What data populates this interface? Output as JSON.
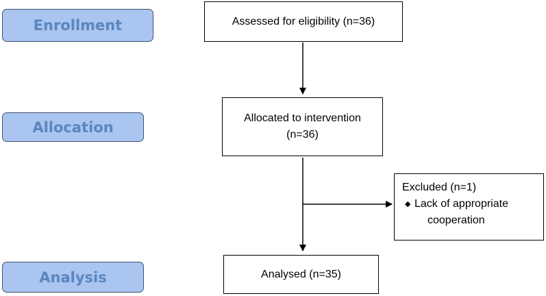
{
  "stages": {
    "enrollment": "Enrollment",
    "allocation": "Allocation",
    "analysis": "Analysis"
  },
  "boxes": {
    "assessed": "Assessed for eligibility (n=36)",
    "allocated_line1": "Allocated to intervention",
    "allocated_line2": "(n=36)",
    "analysed": "Analysed (n=35)",
    "excluded_title": "Excluded (n=1)",
    "excluded_bullet": "◆",
    "excluded_reason_line1": "Lack of appropriate",
    "excluded_reason_line2": "cooperation"
  },
  "colors": {
    "stage_fill": "#a9c5f0",
    "stage_text": "#5b86bf",
    "stage_border": "#3f4f6a",
    "box_border": "#000000"
  }
}
